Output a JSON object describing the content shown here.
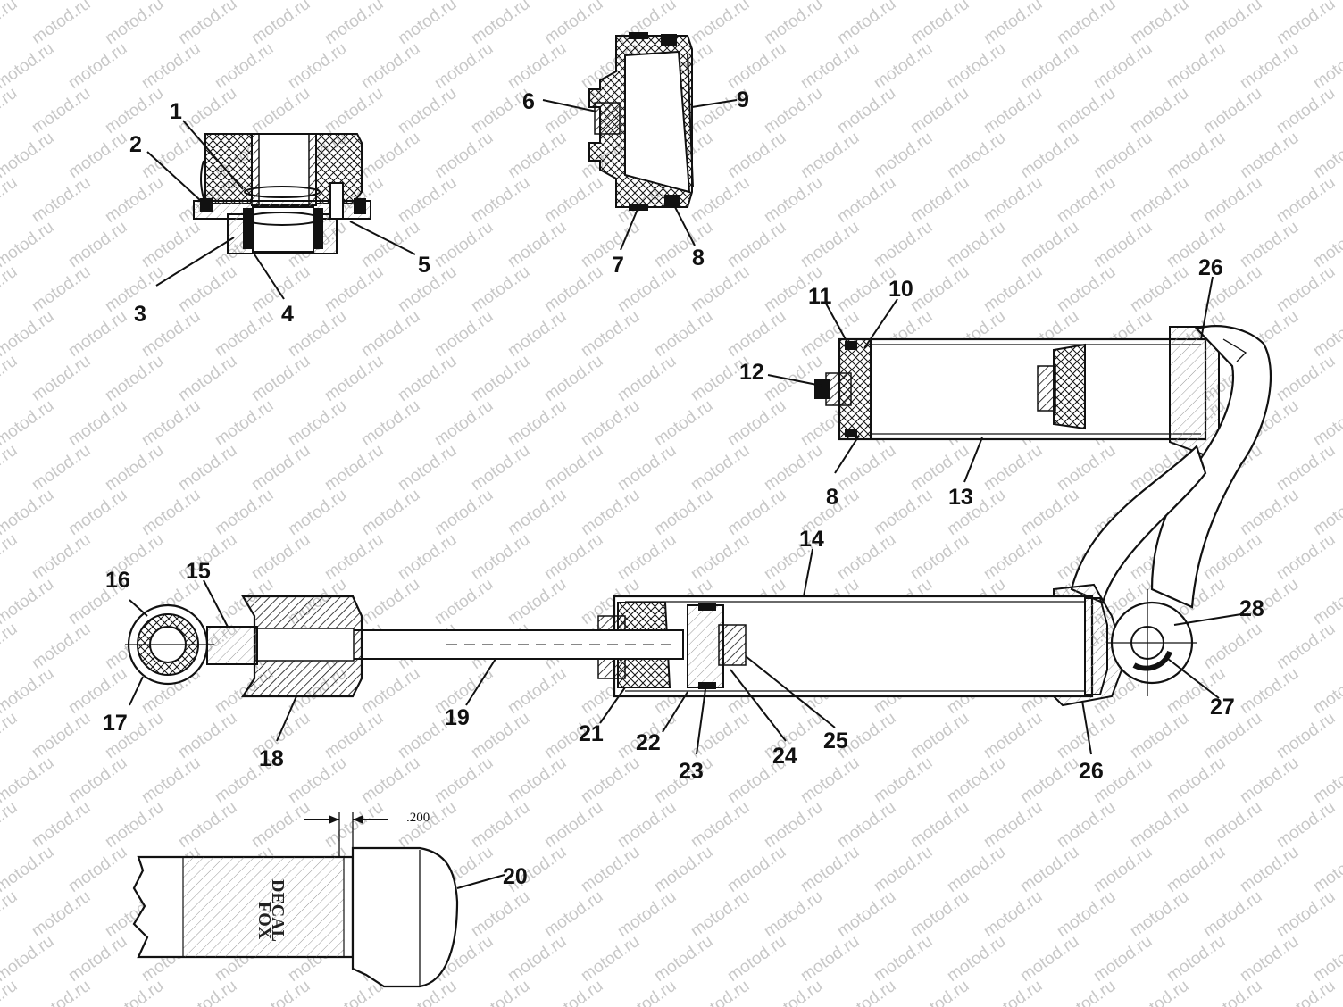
{
  "watermark": "motod.ru",
  "colors": {
    "ink": "#111111",
    "watermark": "#c8c8c8",
    "background": "#ffffff"
  },
  "dimension_text": ".200",
  "decal_text": [
    "FOX",
    "DECAL"
  ],
  "part_labels": {
    "l1": "1",
    "l2": "2",
    "l3": "3",
    "l4": "4",
    "l5": "5",
    "l6": "6",
    "l7": "7",
    "l8a": "8",
    "l9": "9",
    "l8b": "8",
    "l10": "10",
    "l11": "11",
    "l12": "12",
    "l13": "13",
    "l14": "14",
    "l15": "15",
    "l16": "16",
    "l17": "17",
    "l18": "18",
    "l19": "19",
    "l20": "20",
    "l21": "21",
    "l22": "22",
    "l23": "23",
    "l24": "24",
    "l25": "25",
    "l26a": "26",
    "l26b": "26",
    "l27": "27",
    "l28": "28"
  }
}
